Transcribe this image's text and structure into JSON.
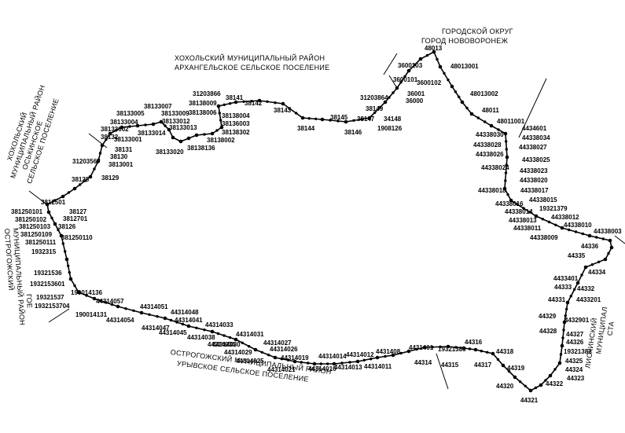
{
  "colors": {
    "line": "#000000",
    "background": "#ffffff"
  },
  "regions": {
    "top": [
      "ХОХОЛЬСКИЙ МУНИЦИПАЛЬНЫЙ РАЙОН",
      "АРХАНГЕЛЬСКОЕ СЕЛЬСКОЕ ПОСЕЛЕНИЕ"
    ],
    "top_right": [
      "ГОРОДСКОЙ ОКРУГ",
      "ГОРОД НОВОВОРОНЕЖ"
    ],
    "bottom": [
      "ОСТРОГОЖСКИЙ МУНИЦИПАЛЬНЫЙ РАЙОН",
      "УРЫВСКОЕ СЕЛЬСКОЕ ПОСЕЛЕНИЕ"
    ],
    "left_upper": [
      "ХОХОЛЬСКИЙ",
      "МУНИЦИПАЛЬНЫЙ РАЙОН",
      "ОСЬКИНСКОЕ",
      "СЕЛЬСКОЕ ПОСЕЛЕНИЕ"
    ],
    "left_lower": [
      "ОСТРОГОЖСКИЙ",
      "МУНИЦИПАЛЬНЫЙ РАЙОН",
      "ГОЕ"
    ],
    "right": [
      "ЛИСКИНСКИЙ",
      "МУНИЦИПАЛ",
      "СТА"
    ]
  },
  "point_labels": {
    "top": [
      "48013",
      "3600103",
      "3600101",
      "3600102",
      "36001",
      "36000",
      "31203864",
      "38149",
      "34148",
      "1908126",
      "38147",
      "38146",
      "38145",
      "38144",
      "38143",
      "38142",
      "38141",
      "31203866",
      "38138009",
      "38138006",
      "38138004",
      "38136003",
      "38138002",
      "38138302",
      "38138136",
      "38133020",
      "38133007",
      "38133005",
      "38133004",
      "38133009",
      "38133012",
      "38133014",
      "38133013",
      "38133002",
      "38133001",
      "38132",
      "38131",
      "38130",
      "3813001",
      "31203567",
      "38128",
      "38129"
    ],
    "left": [
      "3812501",
      "381250101",
      "381250102",
      "381250103",
      "38126",
      "3812701",
      "38127",
      "381250109",
      "381250111",
      "381250110",
      "1932315",
      "19321536",
      "1932153601",
      "19321537",
      "1932153704",
      "190014136",
      "190014131"
    ],
    "bottom": [
      "44314057",
      "44314051",
      "44314048",
      "44314054",
      "44314047",
      "44314041",
      "44314045",
      "44314038",
      "44314033",
      "44314036",
      "44314031",
      "44314029",
      "44314027",
      "44314030",
      "44314025",
      "44314026",
      "44314021",
      "44314019",
      "44314016",
      "44314014",
      "44314013",
      "44314012",
      "44314011",
      "4431408",
      "4431401",
      "44314",
      "44315",
      "19321386",
      "44316",
      "44317",
      "44318",
      "44319",
      "44320",
      "44321",
      "44322",
      "44323"
    ],
    "right": [
      "48013001",
      "48013002",
      "48011",
      "48011001",
      "4434601",
      "44338034",
      "44338030",
      "44338028",
      "44338027",
      "44338026",
      "44338025",
      "44338024",
      "44338023",
      "44338020",
      "44338018",
      "44338017",
      "44338016",
      "44338015",
      "44338014",
      "19321379",
      "44338013",
      "44338012",
      "44338011",
      "44338010",
      "44338009",
      "44338003",
      "44336",
      "44335",
      "44334",
      "4433401",
      "44333",
      "44332",
      "44331",
      "4433201",
      "44329",
      "4432901",
      "44328",
      "44327",
      "44326",
      "19321382",
      "44325",
      "44324"
    ]
  }
}
